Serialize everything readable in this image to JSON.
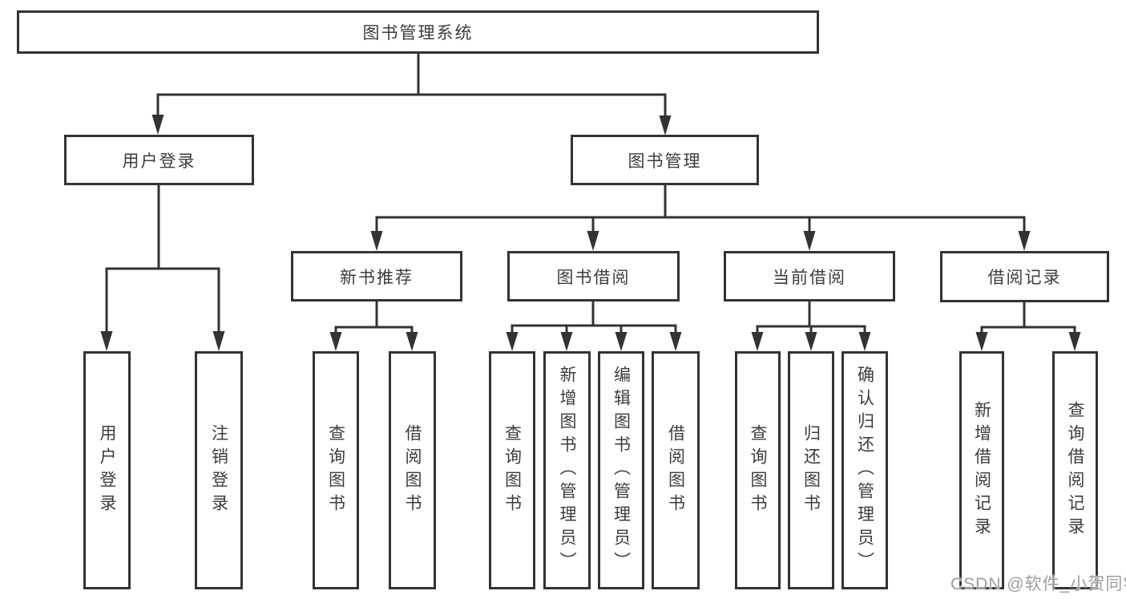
{
  "tree": {
    "root": {
      "label": "图书管理系统",
      "children": [
        {
          "label": "用户登录",
          "children": [
            {
              "label": "用户登录"
            },
            {
              "label": "注销登录"
            }
          ]
        },
        {
          "label": "图书管理",
          "children": [
            {
              "label": "新书推荐",
              "children": [
                {
                  "label": "查询图书"
                },
                {
                  "label": "借阅图书"
                }
              ]
            },
            {
              "label": "图书借阅",
              "children": [
                {
                  "label": "查询图书"
                },
                {
                  "label": "新增图书（管理员）"
                },
                {
                  "label": "编辑图书（管理员）"
                },
                {
                  "label": "借阅图书"
                }
              ]
            },
            {
              "label": "当前借阅",
              "children": [
                {
                  "label": "查询图书"
                },
                {
                  "label": "归还图书"
                },
                {
                  "label": "确认归还（管理员）"
                }
              ]
            },
            {
              "label": "借阅记录",
              "children": [
                {
                  "label": "新增借阅记录"
                },
                {
                  "label": "查询借阅记录"
                }
              ]
            }
          ]
        }
      ]
    }
  },
  "watermark": {
    "text": "CSDN @软件_小贺同学"
  },
  "colors": {
    "line": "#333333",
    "box_border": "#333333",
    "box_background": "#ffffff",
    "text": "#3c3c3c",
    "watermark": "#9e9e9e"
  }
}
